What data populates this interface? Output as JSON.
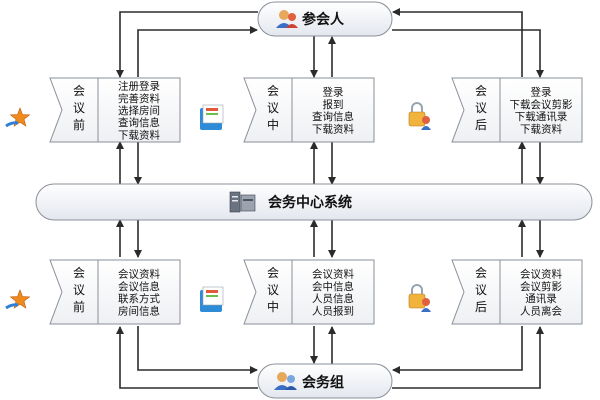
{
  "participant": {
    "label": "参会人",
    "icon": "users-icon"
  },
  "meeting_staff": {
    "label": "会务组",
    "icon": "users-icon"
  },
  "system": {
    "label": "会务中心系统",
    "icon": "server-icon"
  },
  "top_row": [
    {
      "phase": [
        "会",
        "议",
        "前"
      ],
      "lines": [
        "注册登录",
        "完善资料",
        "选择房间",
        "查询信息",
        "下载资料"
      ],
      "icon": "star-arrow-icon"
    },
    {
      "phase": [
        "会",
        "议",
        "中"
      ],
      "lines": [
        "登录",
        "报到",
        "查询信息",
        "下载资料"
      ],
      "icon": "folder-icon"
    },
    {
      "phase": [
        "会",
        "议",
        "后"
      ],
      "lines": [
        "登录",
        "下载会议剪影",
        "下载通讯录",
        "下载资料"
      ],
      "icon": "lock-users-icon"
    }
  ],
  "bottom_row": [
    {
      "phase": [
        "会",
        "议",
        "前"
      ],
      "lines": [
        "会议资料",
        "会议信息",
        "联系方式",
        "房间信息"
      ],
      "icon": "star-arrow-icon"
    },
    {
      "phase": [
        "会",
        "议",
        "中"
      ],
      "lines": [
        "会议资料",
        "会中信息",
        "人员信息",
        "人员报到"
      ],
      "icon": "folder-icon"
    },
    {
      "phase": [
        "会",
        "议",
        "后"
      ],
      "lines": [
        "会议资料",
        "会议剪影",
        "通讯录",
        "人员离会"
      ],
      "icon": "lock-users-icon"
    }
  ]
}
